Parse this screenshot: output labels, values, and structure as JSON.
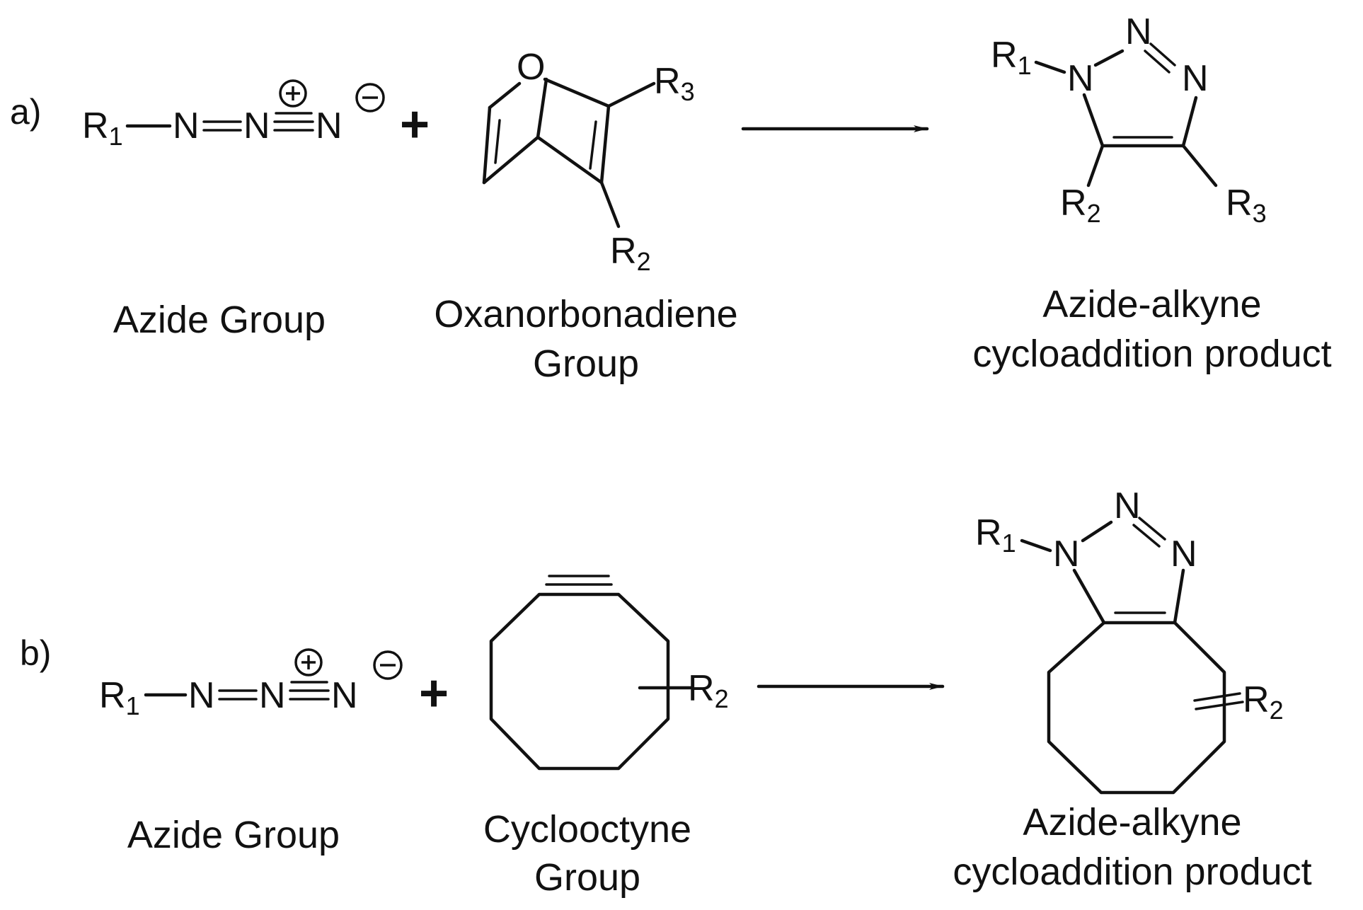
{
  "panels": [
    {
      "label": "a)",
      "reactant1_caption": "Azide Group",
      "reactant2_caption": [
        "Oxanorbonadiene",
        "Group"
      ],
      "product_caption": [
        "Azide-alkyne",
        "cycloaddition product"
      ]
    },
    {
      "label": "b)",
      "reactant1_caption": "Azide Group",
      "reactant2_caption": [
        "Cyclooctyne",
        "Group"
      ],
      "product_caption": [
        "Azide-alkyne",
        "cycloaddition product"
      ]
    }
  ],
  "atoms": {
    "R": "R",
    "N": "N",
    "O": "O",
    "plus_sign": "+",
    "sub1": "1",
    "sub2": "2",
    "sub3": "3"
  }
}
